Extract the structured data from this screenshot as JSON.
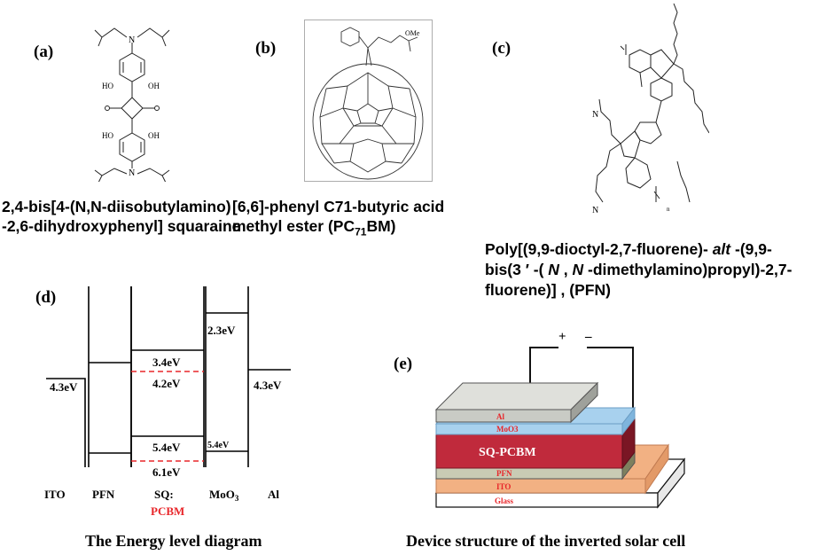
{
  "panels": {
    "a": {
      "label": "(a)",
      "caption_line1": "2,4-bis[4-(N,N-diisobutylamino)",
      "caption_line2": "-2,6-dihydroxyphenyl] squaraine",
      "atoms": {
        "N": "N",
        "OH": "HO",
        "OH2": "OH"
      }
    },
    "b": {
      "label": "(b)",
      "caption_line1": "[6,6]-phenyl C71-butyric acid",
      "caption_line2_pre": "methyl ester (PC",
      "caption_line2_sub": "71",
      "caption_line2_post": "BM)",
      "atoms": {
        "ome": "OMe"
      }
    },
    "c": {
      "label": "(c)",
      "caption_line1_pre": "Poly[(9,9-dioctyl-2,7-fluorene)- ",
      "caption_line1_italic": "alt",
      "caption_line1_post": " -(9,9-",
      "caption_line2_pre": "bis(3 ′ -( ",
      "caption_line2_i1": "N",
      "caption_line2_mid": " , ",
      "caption_line2_i2": "N",
      "caption_line2_post": " -dimethylamino)propyl)-2,7-",
      "caption_line3": "fluorene)] , (PFN)",
      "atoms": {
        "N1": "N",
        "N2": "N",
        "n": "n"
      }
    },
    "d": {
      "label": "(d)",
      "caption": "The Energy level diagram",
      "levels": {
        "ito": "4.3eV",
        "al": "4.3eV",
        "sq_lumo": "3.4eV",
        "pcbm_lumo": "4.2eV",
        "sq_homo": "5.4eV",
        "pcbm_homo": "6.1eV",
        "moo3_top": "2.3eV",
        "moo3_bottom": "5.4eV"
      },
      "xlabels": {
        "ito": "ITO",
        "pfn": "PFN",
        "sq": "SQ:",
        "pcbm": "PCBM",
        "moo3_pre": "MoO",
        "moo3_sub": "3",
        "al": "Al"
      },
      "colors": {
        "pcbm": "#e8262a",
        "lines": "#000000"
      }
    },
    "e": {
      "label": "(e)",
      "caption": "Device structure of the inverted solar cell",
      "terminals": {
        "plus": "+",
        "minus": "–"
      },
      "layers": [
        {
          "name": "Al",
          "color": "#c9cbc5"
        },
        {
          "name": "MoO3",
          "color": "#a8d1ee"
        },
        {
          "name": "SQ-PCBM",
          "color": "#c02a3c"
        },
        {
          "name": "PFN",
          "color": "#c9cbb4"
        },
        {
          "name": "ITO",
          "color": "#f2b183"
        },
        {
          "name": "Glass",
          "color": "#ffffff"
        }
      ],
      "colors": {
        "layer_text": "#e8262a",
        "sq_text": "#ffffff"
      }
    }
  }
}
